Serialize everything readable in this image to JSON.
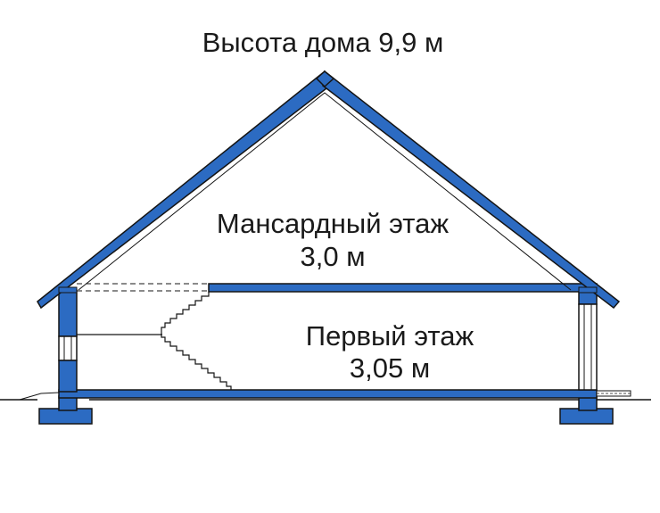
{
  "diagram": {
    "title": "Высота дома 9,9 м",
    "attic_floor": {
      "name": "Мансардный этаж",
      "height": "3,0 м"
    },
    "first_floor": {
      "name": "Первый этаж",
      "height": "3,05 м"
    }
  },
  "colors": {
    "structure_fill": "#2c6bc2",
    "structure_outline": "#141414",
    "text": "#1a1a1a",
    "background": "#ffffff"
  }
}
